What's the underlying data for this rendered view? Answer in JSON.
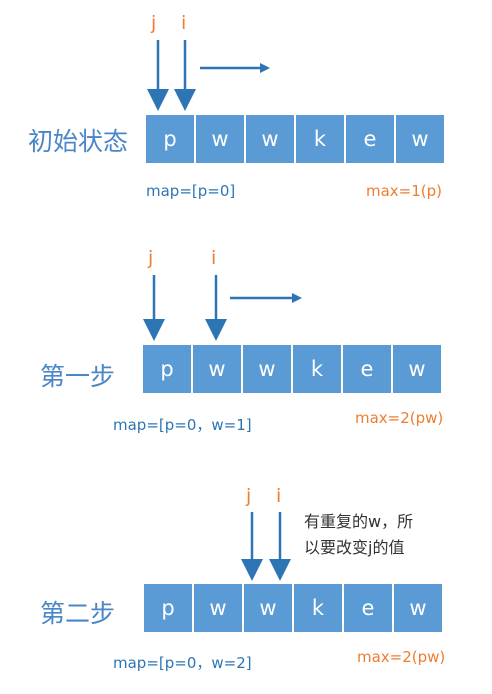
{
  "cells": [
    "p",
    "w",
    "w",
    "k",
    "e",
    "w"
  ],
  "pointers": {
    "j": "j",
    "i": "i"
  },
  "steps": [
    {
      "label": "初始状态",
      "map": "map=[p=0]",
      "max": "max=1(p)"
    },
    {
      "label": "第一步",
      "map": "map=[p=0，w=1]",
      "max": "max=2(pw)"
    },
    {
      "label": "第二步",
      "map": "map=[p=0，w=2]",
      "max": "max=2(pw)"
    }
  ],
  "note": {
    "line1": "有重复的w，所",
    "line2": "以要改变j的值"
  },
  "colors": {
    "cell": "#5b9bd5",
    "label": "#4a86c8",
    "pointer": "#ed7d31",
    "arrow": "#2e75b6"
  }
}
